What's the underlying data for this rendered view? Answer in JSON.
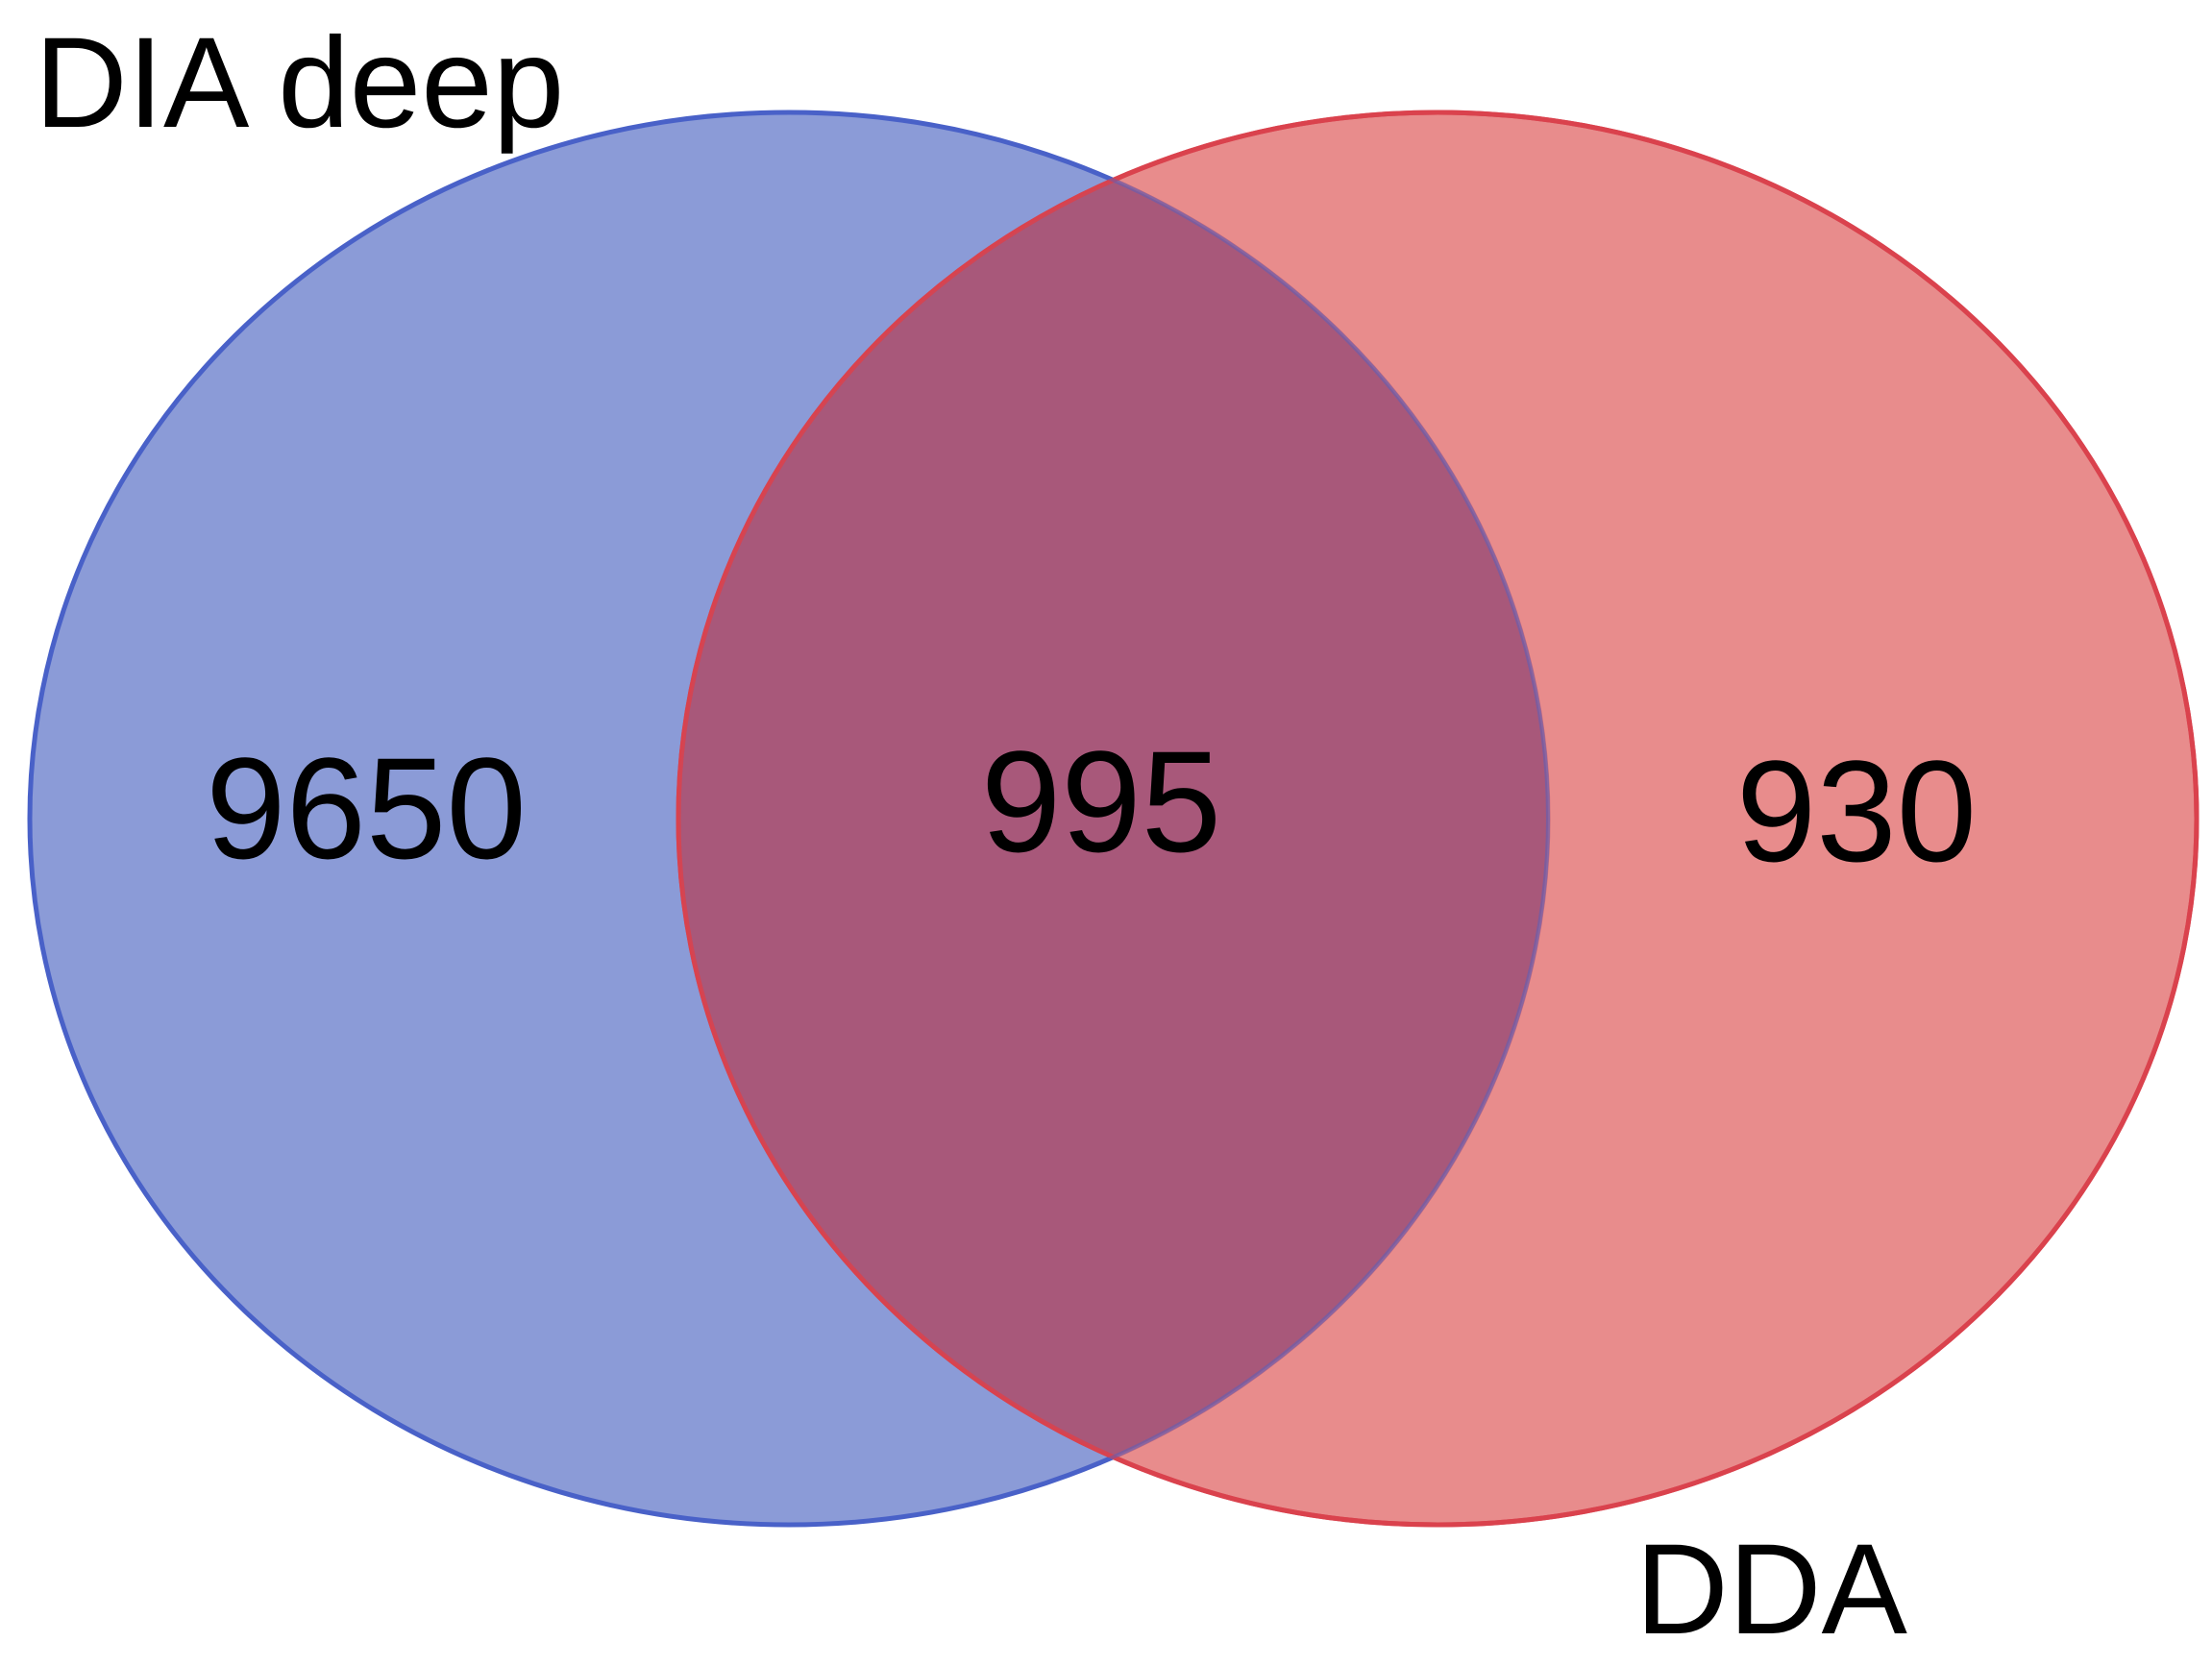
{
  "sets": [
    {
      "name": "DIA deep",
      "color": "#6a7fcc",
      "stroke": "#4a62c8"
    },
    {
      "name": "DDA",
      "color": "#e26b6b",
      "stroke": "#d9424d"
    }
  ],
  "regions": {
    "dia_only": "9650",
    "intersection": "995",
    "dda_only": "930"
  },
  "intersection_color": "#a8587a"
}
